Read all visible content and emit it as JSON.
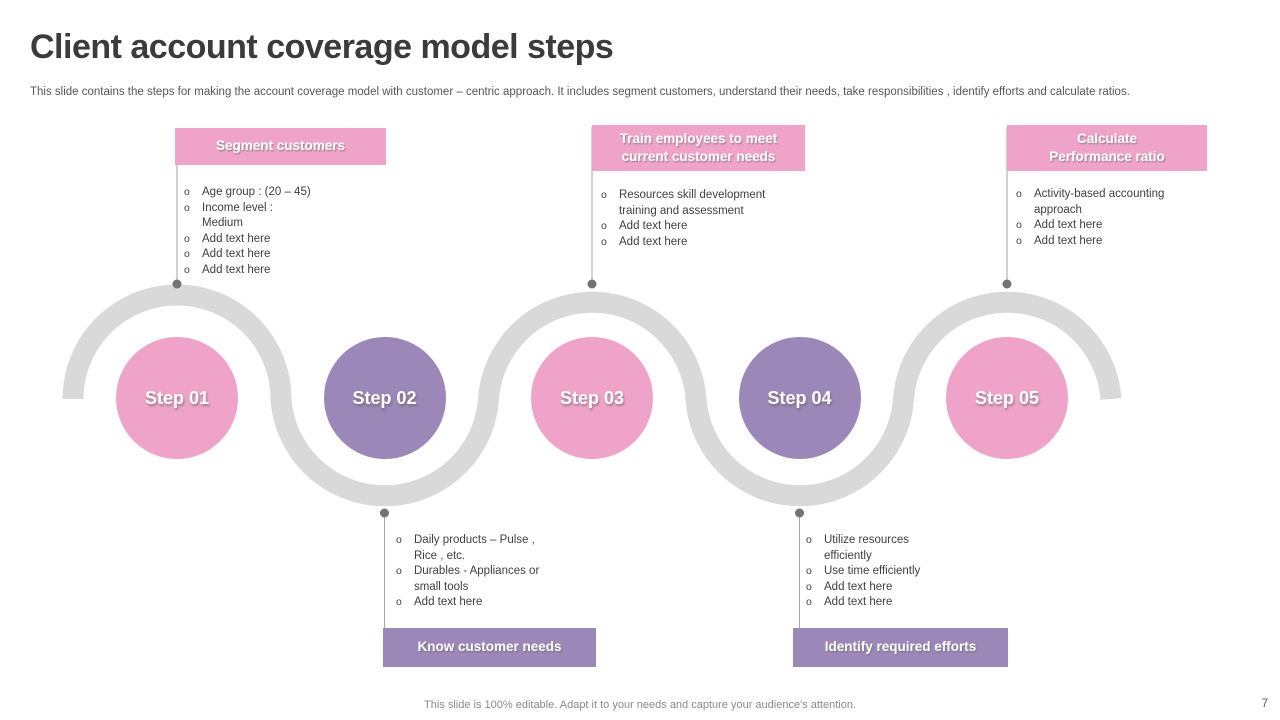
{
  "slide": {
    "title": "Client account coverage model steps",
    "subtitle": "This slide contains the steps for making the account coverage model with customer – centric approach. It includes segment customers, understand their needs, take responsibilities , identify efforts and calculate ratios.",
    "footer": "This slide is 100% editable. Adapt it to your needs and capture your audience's attention.",
    "page_number": "7"
  },
  "bullet_marker": "o",
  "colors": {
    "pink": "#efa3c8",
    "purple": "#9b87b8",
    "wave": "#d9d9d9",
    "connector": "#a6a6a6",
    "dot": "#737373"
  },
  "steps": [
    {
      "label": "Step 01",
      "header": "Segment customers",
      "position": "top",
      "color": "pink",
      "bullets": [
        "Age group : (20 – 45)",
        "Income level :\nMedium",
        "Add text here",
        "Add text here",
        "Add text here"
      ]
    },
    {
      "label": "Step 02",
      "header": "Know customer needs",
      "position": "bottom",
      "color": "purple",
      "bullets": [
        "Daily products – Pulse ,\nRice , etc.",
        "Durables - Appliances or\nsmall tools",
        "Add text here"
      ]
    },
    {
      "label": "Step 03",
      "header": "Train employees to meet\ncurrent customer needs",
      "position": "top",
      "color": "pink",
      "bullets": [
        "Resources skill development\ntraining and assessment",
        "Add text here",
        "Add text here"
      ]
    },
    {
      "label": "Step 04",
      "header": "Identify required efforts",
      "position": "bottom",
      "color": "purple",
      "bullets": [
        "Utilize resources\nefficiently",
        "Use time efficiently",
        "Add text here",
        "Add text here"
      ]
    },
    {
      "label": "Step 05",
      "header": "Calculate\nPerformance ratio",
      "position": "top",
      "color": "pink",
      "bullets": [
        "Activity-based accounting\napproach",
        "Add text here",
        "Add text here"
      ]
    }
  ]
}
